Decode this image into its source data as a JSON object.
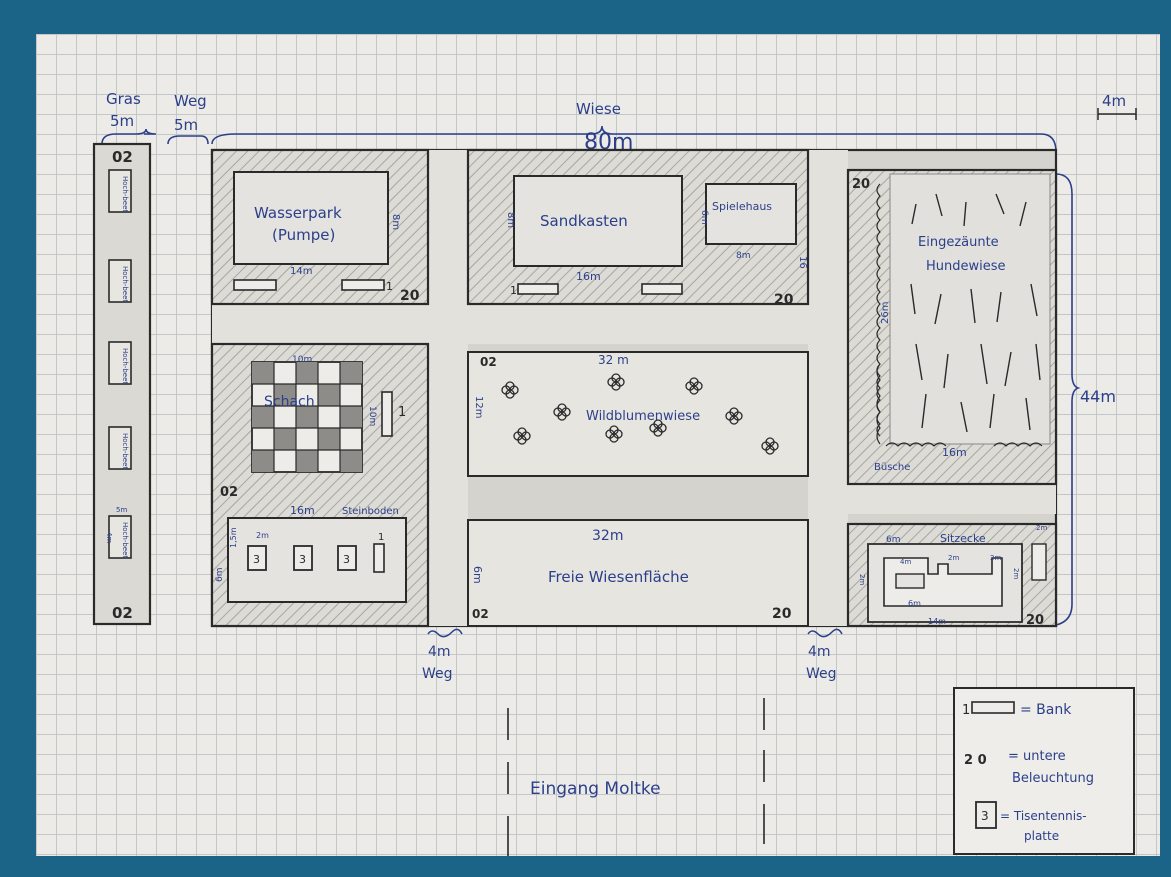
{
  "top_labels": {
    "gras": "Gras",
    "gras_width": "5m",
    "weg": "Weg",
    "weg_width": "5m",
    "wiese": "Wiese",
    "wiese_width": "80m",
    "scale": "4m"
  },
  "right_label": "44m",
  "left_strip": {
    "top_code": "02",
    "bottom_code": "02",
    "seat_labels": [
      "Hoch-beet",
      "Hoch-beet",
      "Hoch-beet",
      "Hoch-beet",
      "Hoch-beet"
    ],
    "last_seat_w": "5m",
    "last_seat_h": "4m"
  },
  "zones": {
    "wasserpark": {
      "title": "Wasserpark",
      "subtitle": "(Pumpe)",
      "width": "14m",
      "height": "8m",
      "code": "20",
      "bench": "1"
    },
    "sandkasten": {
      "title": "Sandkasten",
      "width": "16m",
      "height": "8m",
      "code": "20",
      "bench": "1"
    },
    "spielehaus": {
      "title": "Spielehaus",
      "width": "8m",
      "height": "6m",
      "side": "16"
    },
    "hundewiese": {
      "title": "Eingezäunte",
      "title2": "Hundewiese",
      "width": "16m",
      "height": "26m",
      "code": "20",
      "bushes": "Büsche"
    },
    "schach": {
      "title": "Schach",
      "width": "10m",
      "height": "10m",
      "code": "02",
      "bench": "1"
    },
    "steinboden": {
      "title": "Steinboden",
      "width": "16m",
      "tile_w": "2m",
      "tile_h": "1,5m",
      "height": "6m",
      "tables": [
        "3",
        "3",
        "3"
      ],
      "bench": "1"
    },
    "wildblumen": {
      "title": "Wildblumenwiese",
      "width": "32 m",
      "height": "12m",
      "code": "02"
    },
    "freie": {
      "title": "Freie Wiesenfläche",
      "width": "32m",
      "height": "6m",
      "code_left": "02",
      "code_right": "20"
    },
    "sitzecke": {
      "title": "Sitzecke",
      "w1": "6m",
      "w2": "4m",
      "w3": "2m",
      "w4": "2m",
      "w5": "6m",
      "w6": "14m",
      "h1": "2m",
      "h2": "2m",
      "h3": "2m",
      "code": "20"
    }
  },
  "paths": [
    {
      "width": "4m",
      "label": "Weg"
    },
    {
      "width": "4m",
      "label": "Weg"
    }
  ],
  "entrance": "Eingang Moltke",
  "legend": {
    "bank_symbol": "1",
    "bank_label": "= Bank",
    "light_symbol": "2 0",
    "light_label1": "= untere",
    "light_label2": "Beleuchtung",
    "table_symbol": "3",
    "table_label1": "= Tisentennis-",
    "table_label2": "platte"
  }
}
